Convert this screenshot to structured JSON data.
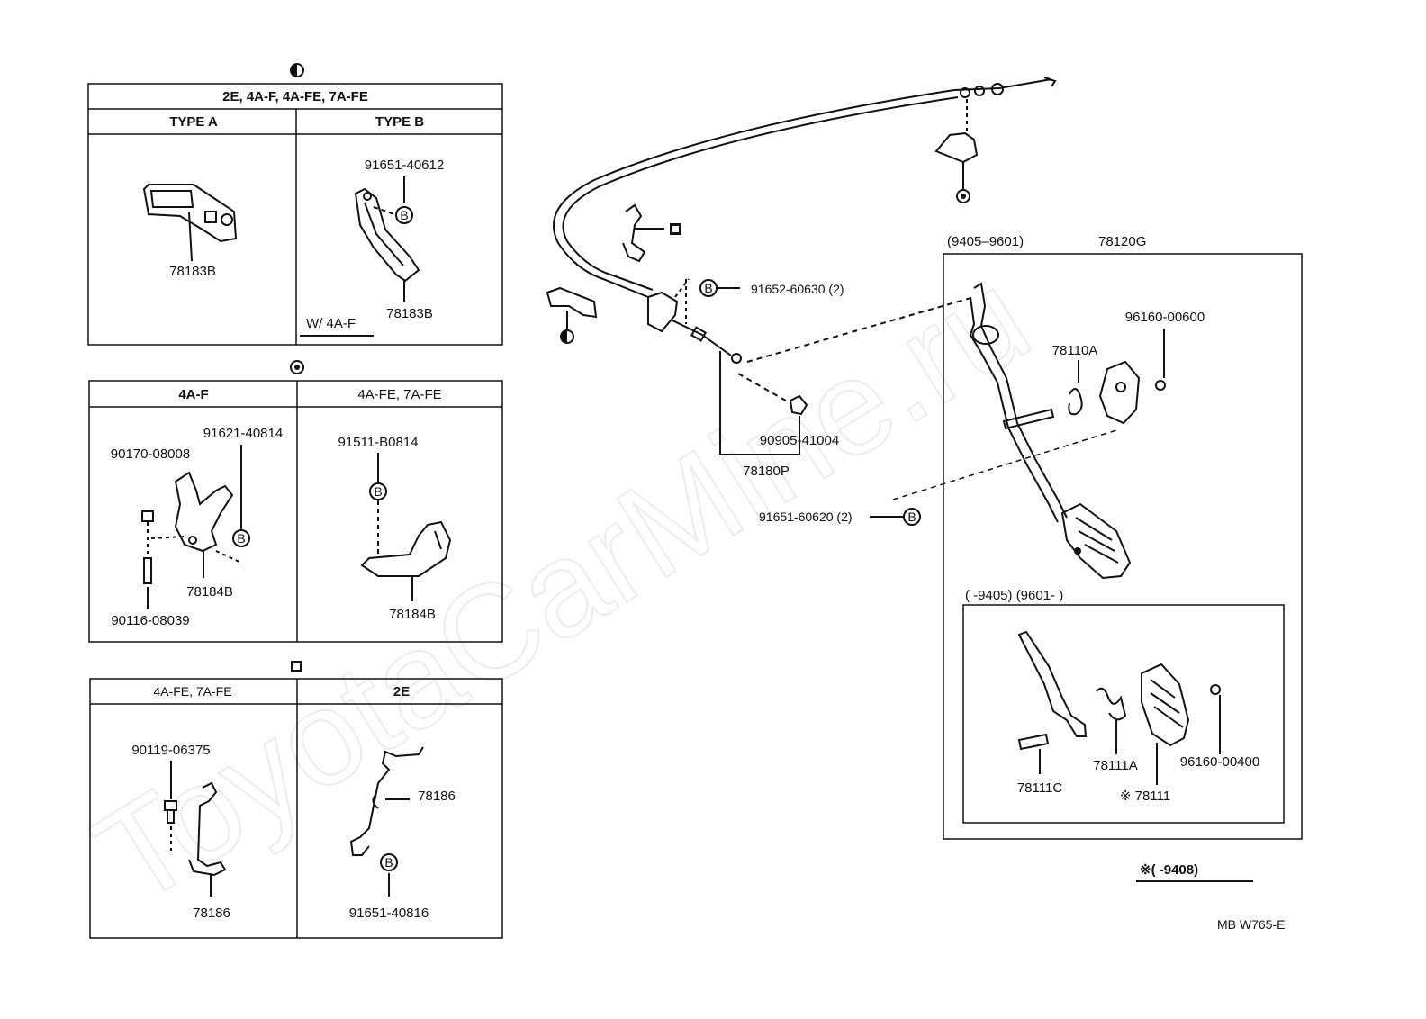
{
  "watermark": "ToyotaCarMine.ru",
  "footer_code": "MB  W765-E",
  "note_star": "※(      -9408)",
  "panel1": {
    "header": "2E, 4A-F, 4A-FE, 7A-FE",
    "col_a": "TYPE A",
    "col_b": "TYPE B",
    "part_a": "78183B",
    "bolt_b": "91651-40612",
    "part_b": "78183B",
    "sub_b": "W/ 4A-F"
  },
  "panel2": {
    "col_a": "4A-F",
    "col_b": "4A-FE, 7A-FE",
    "bolt_a": "91621-40814",
    "nut_a": "90170-08008",
    "part_a": "78184B",
    "stud_a": "90116-08039",
    "bolt_b": "91511-B0814",
    "part_b": "78184B"
  },
  "panel3": {
    "col_a": "4A-FE, 7A-FE",
    "col_b": "2E",
    "bolt_a": "90119-06375",
    "part_a": "78186",
    "part_b": "78186",
    "bolt_b": "91651-40816"
  },
  "main": {
    "bolt_top": "91652-60630 (2)",
    "clip": "90905-41004",
    "cable": "78180P",
    "bolt_bottom": "91651-60620 (2)",
    "pedal_range": "(9405–9601)",
    "pedal_assy": "78120G",
    "spring": "78110A",
    "pad_nut": "96160-00600",
    "inset_range": "(      -9405) (9601-        )",
    "pin": "78111C",
    "spring_inset": "78111A",
    "pad": "※ 78111",
    "pad_nut_inset": "96160-00400"
  },
  "b_mark": "B"
}
